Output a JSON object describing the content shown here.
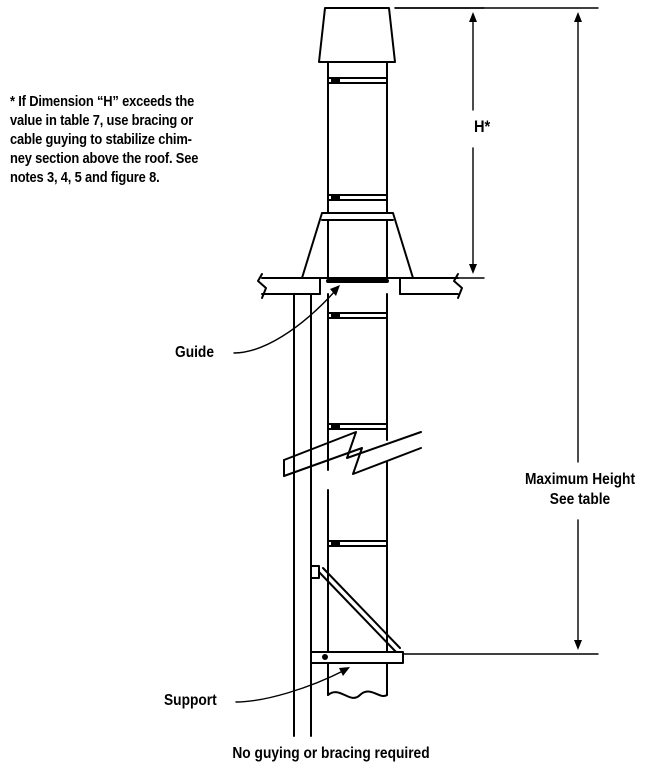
{
  "note": {
    "lines": [
      "* If  Dimension “H” exceeds the",
      "value in table 7, use bracing or",
      "cable guying to stabilize chim-",
      "ney section above the roof. See",
      "notes 3, 4, 5 and figure 8."
    ]
  },
  "labels": {
    "h_dimension": "H*",
    "guide": "Guide",
    "support": "Support",
    "max_height_line1": "Maximum Height",
    "max_height_line2": "See table"
  },
  "caption": "No guying or bracing required"
}
